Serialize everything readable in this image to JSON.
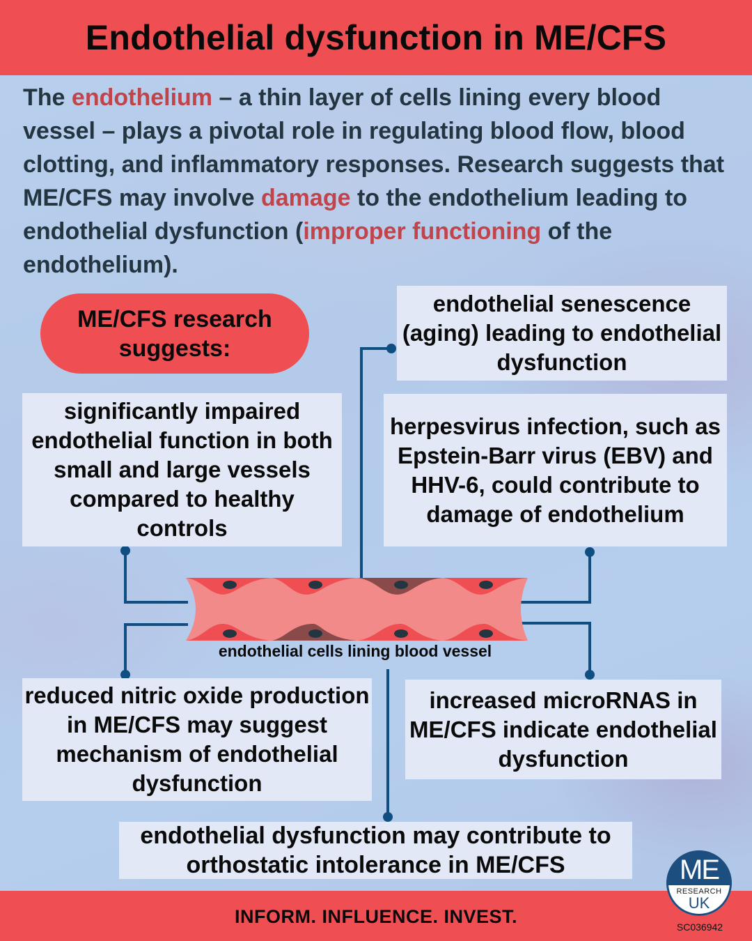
{
  "title": "Endothelial dysfunction in ME/CFS",
  "intro": {
    "segments": [
      {
        "text": "The ",
        "highlight": false
      },
      {
        "text": "endothelium",
        "highlight": true
      },
      {
        "text": " – a thin layer of cells lining every blood vessel – plays a pivotal role in regulating blood flow, blood clotting, and inflammatory responses. Research suggests that ME/CFS may involve ",
        "highlight": false
      },
      {
        "text": "damage",
        "highlight": true
      },
      {
        "text": " to the endothelium leading to endothelial dysfunction (",
        "highlight": false
      },
      {
        "text": "improper functioning",
        "highlight": true
      },
      {
        "text": " of the endothelium).",
        "highlight": false
      }
    ]
  },
  "research_label": "ME/CFS research suggests:",
  "findings": {
    "senescence": "endothelial senescence (aging) leading to endothelial dysfunction",
    "impaired": "significantly impaired endothelial function in both small and large vessels compared to healthy controls",
    "herpes": "herpesvirus infection, such as Epstein-Barr virus (EBV) and HHV-6, could contribute to damage of endothelium",
    "nitric": "reduced nitric oxide production in ME/CFS may suggest mechanism of endothelial dysfunction",
    "microrna": "increased microRNAS in ME/CFS indicate endothelial dysfunction",
    "orthostatic": "endothelial dysfunction may contribute to orthostatic intolerance in ME/CFS"
  },
  "vessel_label": "endothelial cells lining blood vessel",
  "footer": {
    "tagline": "INFORM. INFLUENCE. INVEST.",
    "logo_top": "ME",
    "logo_middle": "RESEARCH",
    "logo_bottom": "UK",
    "charity_number": "SC036942"
  },
  "colors": {
    "accent_red": "#ef4f53",
    "highlight_text": "#c0444a",
    "connector_blue": "#0f4e80",
    "box_fill": "#e3e8f6",
    "vessel_lumen": "#f38a8a",
    "cell_red": "#ef4f53",
    "cell_damaged": "#8b4a4a",
    "nucleus": "#243542"
  }
}
